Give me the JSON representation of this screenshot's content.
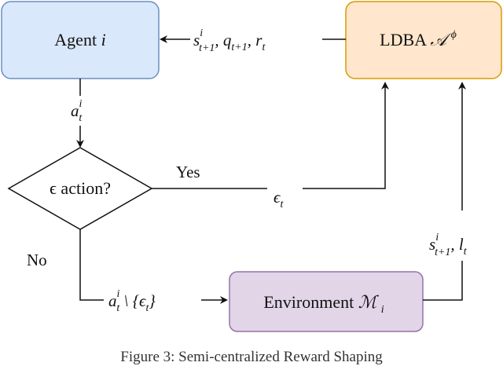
{
  "nodes": {
    "agent": {
      "label": "Agent",
      "index": "i",
      "fill": "#dae8fc",
      "stroke": "#6c8ebf"
    },
    "ldba": {
      "label": "LDBA",
      "symbol": "𝒜",
      "sup": "ϕ",
      "fill": "#ffe6cc",
      "stroke": "#d79b00"
    },
    "decision": {
      "label": "ϵ action?"
    },
    "environment": {
      "label": "Environment",
      "symbol": "ℳ",
      "sub": "i",
      "fill": "#e1d5e7",
      "stroke": "#9673a6"
    }
  },
  "edges": {
    "ldba_to_agent": {
      "parts": [
        "s",
        "i",
        "t+1",
        ", q",
        "t+1",
        ", r",
        "t"
      ]
    },
    "agent_to_decision": {
      "parts": [
        "a",
        "i",
        "t"
      ]
    },
    "yes_branch": {
      "label": "Yes",
      "value": "ϵ",
      "value_sub": "t"
    },
    "no_branch": {
      "label": "No",
      "value": "a",
      "value_sup": "i",
      "value_sub": "t",
      "suffix": " \\ {ϵ",
      "suffix_sub": "t",
      "close": "}"
    },
    "env_to_ldba": {
      "parts": [
        "s",
        "i",
        "t+1",
        ", l",
        "t"
      ]
    }
  },
  "caption": "Figure 3: Semi-centralized Reward Shaping"
}
